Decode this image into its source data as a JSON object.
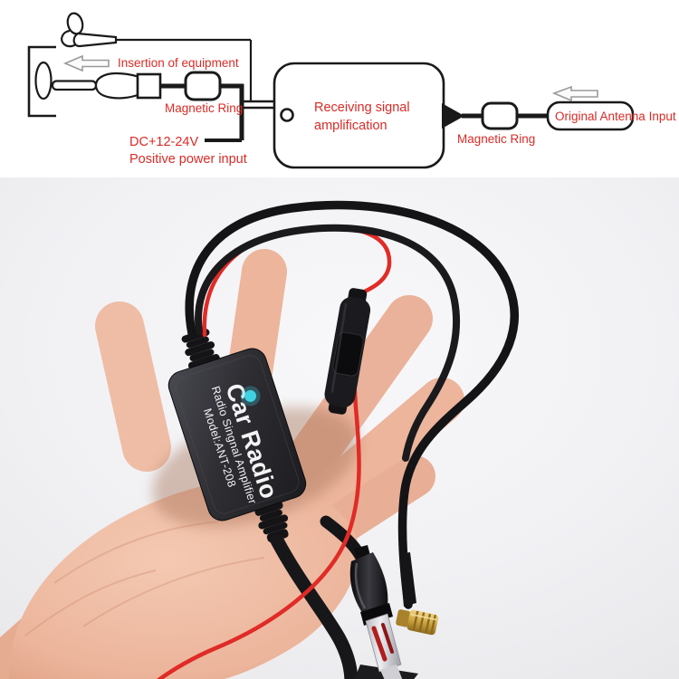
{
  "diagram": {
    "label_color": "#d92b26",
    "line_color": "#1a1a1a",
    "labels": {
      "insertion": "Insertion of equipment",
      "magnetic_ring_left": "Magnetic Ring",
      "power_line1": "DC+12-24V",
      "power_line2": "Positive power input",
      "amp_line1": "Receiving signal",
      "amp_line2": "amplification",
      "magnetic_ring_right": "Magnetic Ring",
      "antenna_input": "Original Antenna Input"
    }
  },
  "device": {
    "title": "Car Radio",
    "subtitle": "Radio Singnal Amplifier",
    "model": "Model:ANT-208",
    "led_color": "#3fd2e2"
  },
  "photo": {
    "background": "#f0f0f3",
    "wire_red": "#e02b26",
    "cable_black": "#17171a",
    "connector_gold": "#cda23f",
    "skin_tone": "#ecb59c"
  }
}
